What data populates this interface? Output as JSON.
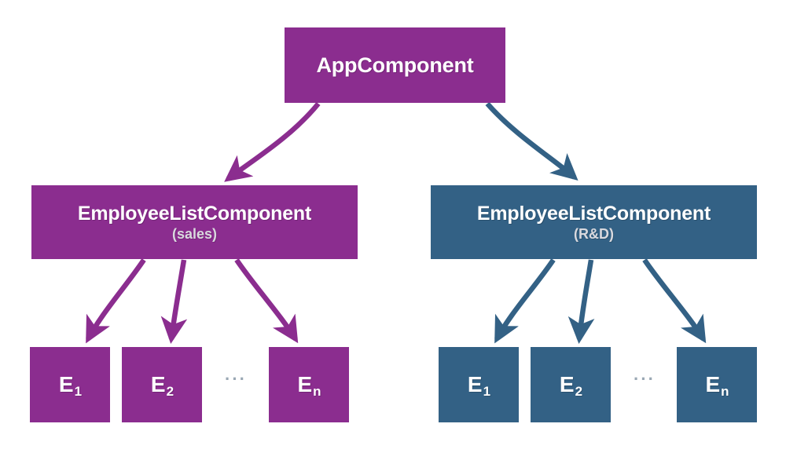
{
  "diagram": {
    "type": "component-tree",
    "background_color": "#ffffff",
    "colors": {
      "purple": "#8B2D8F",
      "blue": "#336185",
      "text": "#ffffff",
      "subtitle_text": "#d9d9de",
      "ellipsis": "#9aa8b4"
    },
    "root": {
      "label": "AppComponent"
    },
    "branches": [
      {
        "id": "sales",
        "color": "#8B2D8F",
        "title": "EmployeeListComponent",
        "subtitle": "(sales)",
        "leaves": [
          {
            "base": "E",
            "sub": "1"
          },
          {
            "base": "E",
            "sub": "2"
          },
          {
            "base": "E",
            "sub": "n"
          }
        ],
        "ellipsis": "···"
      },
      {
        "id": "rnd",
        "color": "#336185",
        "title": "EmployeeListComponent",
        "subtitle": "(R&D)",
        "leaves": [
          {
            "base": "E",
            "sub": "1"
          },
          {
            "base": "E",
            "sub": "2"
          },
          {
            "base": "E",
            "sub": "n"
          }
        ],
        "ellipsis": "···"
      }
    ],
    "edges": [
      {
        "from": "AppComponent",
        "to": "EmployeeListComponent (sales)",
        "color": "#8B2D8F"
      },
      {
        "from": "AppComponent",
        "to": "EmployeeListComponent (R&D)",
        "color": "#336185"
      },
      {
        "from": "EmployeeListComponent (sales)",
        "to": "E1",
        "color": "#8B2D8F"
      },
      {
        "from": "EmployeeListComponent (sales)",
        "to": "E2",
        "color": "#8B2D8F"
      },
      {
        "from": "EmployeeListComponent (sales)",
        "to": "En",
        "color": "#8B2D8F"
      },
      {
        "from": "EmployeeListComponent (R&D)",
        "to": "E1",
        "color": "#336185"
      },
      {
        "from": "EmployeeListComponent (R&D)",
        "to": "E2",
        "color": "#336185"
      },
      {
        "from": "EmployeeListComponent (R&D)",
        "to": "En",
        "color": "#336185"
      }
    ]
  }
}
